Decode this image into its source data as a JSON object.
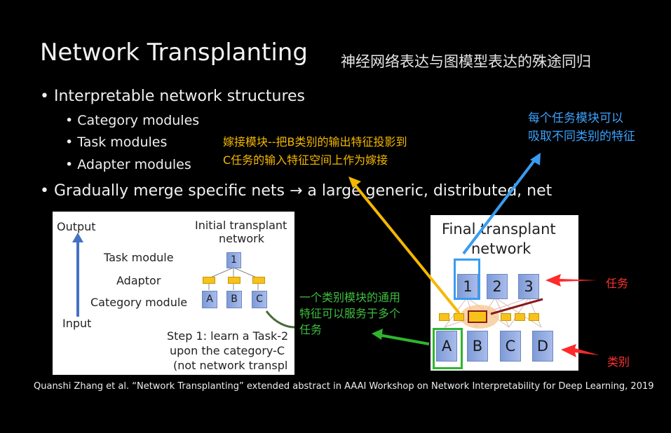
{
  "slide": {
    "title": "Network Transplanting",
    "subtitle": "神经网络表达与图模型表达的殊途同归",
    "bullets": [
      "• Interpretable network structures",
      "• Gradually merge specific nets → a large generic, distributed, net"
    ],
    "sub_bullets": [
      "• Category modules",
      "• Task modules",
      "• Adapter modules"
    ],
    "annotations": {
      "orange_line1": "嫁接模块--把B类别的输出特征投影到",
      "orange_line2": "C任务的输入特征空间上作为嫁接",
      "blue_line1": "每个任务模块可以",
      "blue_line2": "吸取不同类别的特征",
      "green_line1": "一个类别模块的通用",
      "green_line2": "特征可以服务于多个",
      "green_line3": "任务",
      "red_task": "任务",
      "red_category": "类别"
    },
    "left_figure": {
      "output": "Output",
      "input": "Input",
      "initial_line1": "Initial transplant",
      "initial_line2": "network",
      "task_module": "Task module",
      "adaptor": "Adaptor",
      "category_module": "Category module",
      "task_cube": "1",
      "cat_cubes": [
        "A",
        "B",
        "C"
      ],
      "step_line1": "Step 1: learn a Task-2",
      "step_line2": "upon the category-C",
      "step_line3": "(not network transpl"
    },
    "right_figure": {
      "title_line1": "Final transplant",
      "title_line2": "network",
      "task_cubes": [
        "1",
        "2",
        "3"
      ],
      "cat_cubes": [
        "A",
        "B",
        "C",
        "D"
      ]
    },
    "citation": "Quanshi Zhang et al. “Network Transplanting” extended abstract in AAAI Workshop on Network Interpretability for Deep Learning, 2019",
    "colors": {
      "orange": "#f5b800",
      "blue": "#3aa3ff",
      "green": "#3fbf3f",
      "red": "#ff3030"
    }
  }
}
